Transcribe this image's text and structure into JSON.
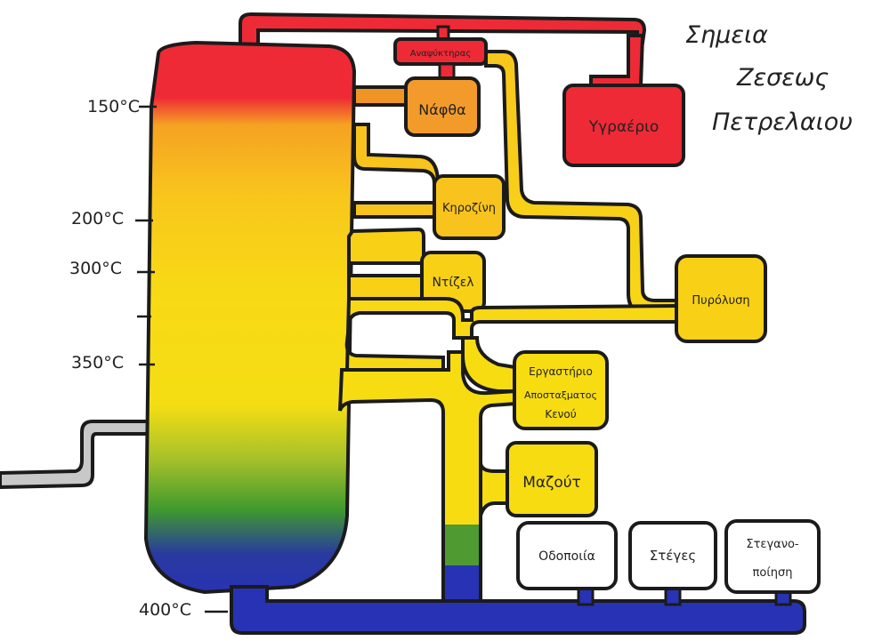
{
  "title": {
    "line1": "Σημεια",
    "line2": "Ζεσεως",
    "line3": "Πετρελαιου"
  },
  "temperatures": [
    "150°C",
    "200°C",
    "300°C",
    "350°C",
    "400°C"
  ],
  "products": {
    "condenser": "Αναψύκτηρας",
    "naphtha": "Νάφθα",
    "lpg": "Υγραέριο",
    "kerosene": "Κηροζίνη",
    "diesel": "Ντίζελ",
    "pyrolysis": "Πυρόλυση",
    "vacuum_line1": "Εργαστήριο",
    "vacuum_line2": "Αποσταξματος",
    "vacuum_line3": "Κενού",
    "mazut": "Μαζούτ",
    "road": "Οδοποιία",
    "roofs": "Στέγες",
    "waterproof_line1": "Στεγανο-",
    "waterproof_line2": "ποίηση"
  },
  "colors": {
    "red": "#ee2a36",
    "orange": "#f7a91c",
    "yellow": "#f7dc12",
    "green": "#5fa329",
    "blue": "#2733b4",
    "outline": "#1b1b1b"
  }
}
